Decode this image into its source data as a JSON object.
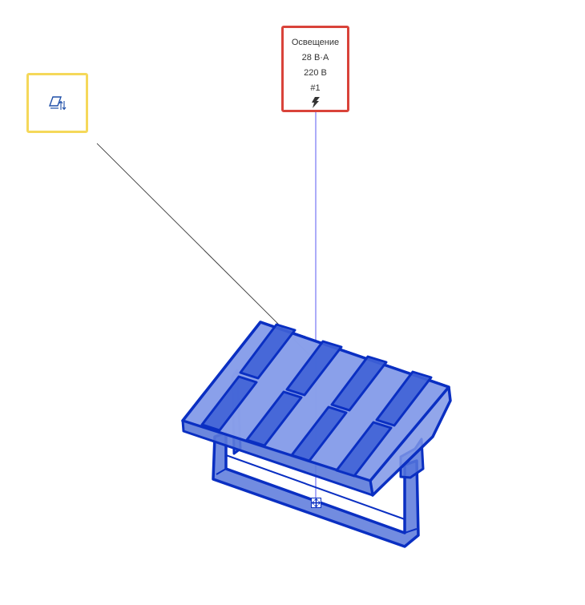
{
  "colors": {
    "model_stroke": "#0a2fc2",
    "model_fill": "#3f62d6",
    "leader_blue": "#5a5af0",
    "leader_black": "#222222",
    "tag_yellow": "#f5d85a",
    "tag_red": "#d9433a"
  },
  "rotate_tag": {
    "icon": "rotate-mirror-icon"
  },
  "lighting_tag": {
    "category": "Освещение",
    "power": "28 В·А",
    "voltage": "220 В",
    "number": "#1",
    "icon": "lightning-icon"
  },
  "handle": {
    "icon": "move-handle-icon"
  }
}
